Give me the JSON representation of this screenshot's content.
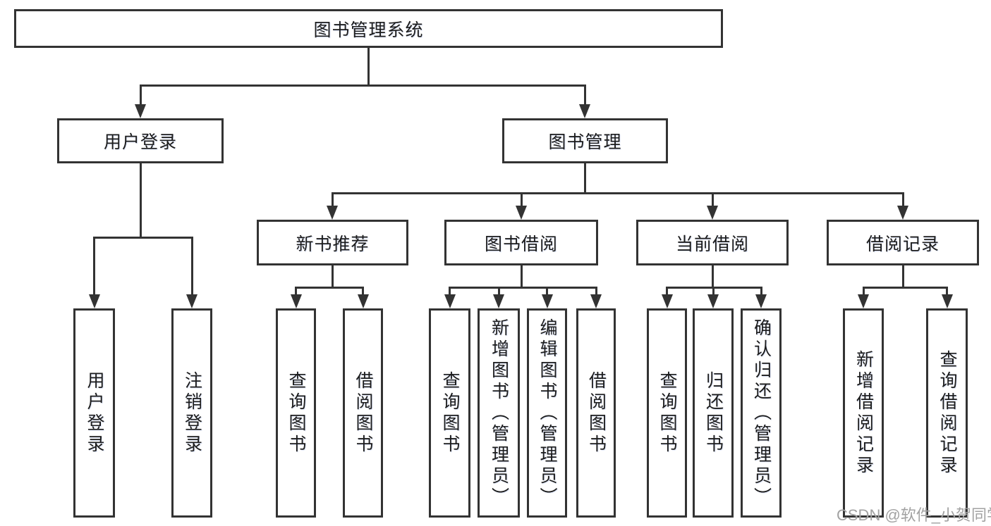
{
  "colors": {
    "line": "#333333",
    "box_border": "#333333",
    "box_background": "#ffffff",
    "text": "#1c1c1c",
    "watermark": "#a2a2a2",
    "page_background": "#ffffff"
  },
  "diagram_type": "hierarchy-tree",
  "tree": {
    "label": "图书管理系统",
    "children": [
      {
        "label": "用户登录",
        "children": [
          {
            "label": "用户登录"
          },
          {
            "label": "注销登录"
          }
        ]
      },
      {
        "label": "图书管理",
        "children": [
          {
            "label": "新书推荐",
            "children": [
              {
                "label": "查询图书"
              },
              {
                "label": "借阅图书"
              }
            ]
          },
          {
            "label": "图书借阅",
            "children": [
              {
                "label": "查询图书"
              },
              {
                "label": "新增图书（管理员）"
              },
              {
                "label": "编辑图书（管理员）"
              },
              {
                "label": "借阅图书"
              }
            ]
          },
          {
            "label": "当前借阅",
            "children": [
              {
                "label": "查询图书"
              },
              {
                "label": "归还图书"
              },
              {
                "label": "确认归还（管理员）"
              }
            ]
          },
          {
            "label": "借阅记录",
            "children": [
              {
                "label": "新增借阅记录"
              },
              {
                "label": "查询借阅记录"
              }
            ]
          }
        ]
      }
    ]
  },
  "watermark": {
    "text": "CSDN @软件_小贺同学"
  }
}
